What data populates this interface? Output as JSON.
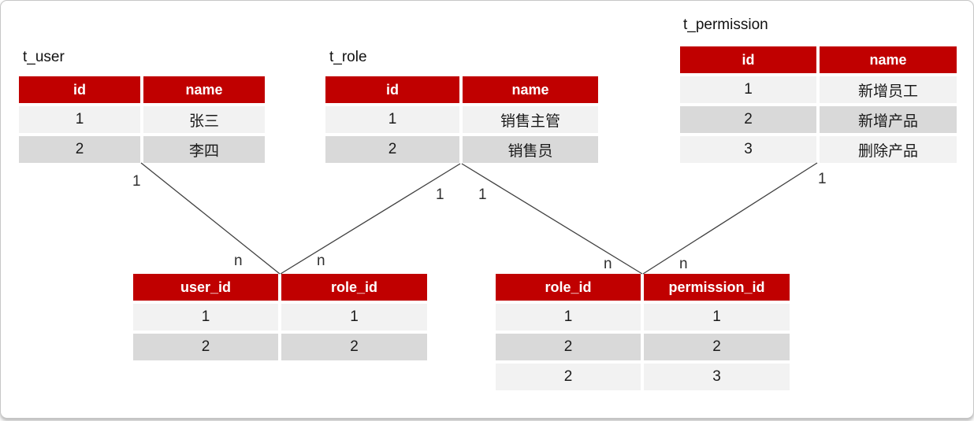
{
  "diagram": {
    "tables": [
      {
        "id": "t_user",
        "title": "t_user",
        "columns": [
          "id",
          "name"
        ],
        "rows": [
          [
            "1",
            "张三"
          ],
          [
            "2",
            "李四"
          ]
        ]
      },
      {
        "id": "t_role",
        "title": "t_role",
        "columns": [
          "id",
          "name"
        ],
        "rows": [
          [
            "1",
            "销售主管"
          ],
          [
            "2",
            "销售员"
          ]
        ]
      },
      {
        "id": "t_permission",
        "title": "t_permission",
        "columns": [
          "id",
          "name"
        ],
        "rows": [
          [
            "1",
            "新增员工"
          ],
          [
            "2",
            "新增产品"
          ],
          [
            "3",
            "删除产品"
          ]
        ]
      },
      {
        "id": "user_role",
        "title": "",
        "columns": [
          "user_id",
          "role_id"
        ],
        "rows": [
          [
            "1",
            "1"
          ],
          [
            "2",
            "2"
          ]
        ]
      },
      {
        "id": "role_permission",
        "title": "",
        "columns": [
          "role_id",
          "permission_id"
        ],
        "rows": [
          [
            "1",
            "1"
          ],
          [
            "2",
            "2"
          ],
          [
            "2",
            "3"
          ]
        ]
      }
    ],
    "cardinality_labels": [
      {
        "id": "t_user-side",
        "text": "1"
      },
      {
        "id": "t_role-left-side",
        "text": "1"
      },
      {
        "id": "t_role-right-side",
        "text": "1"
      },
      {
        "id": "t_permission-side",
        "text": "1"
      },
      {
        "id": "user-role-left",
        "text": "n"
      },
      {
        "id": "user-role-right",
        "text": "n"
      },
      {
        "id": "role-permission-left",
        "text": "n"
      },
      {
        "id": "role-permission-right",
        "text": "n"
      }
    ],
    "colors": {
      "header_bg": "#c00000",
      "header_text": "#ffffff",
      "row_light": "#f2f2f2",
      "row_dark": "#d9d9d9",
      "connector": "#404040"
    }
  }
}
